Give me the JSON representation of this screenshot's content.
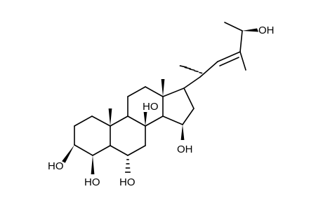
{
  "labels": {
    "oh_c3": "HO",
    "oh_c4": "HO",
    "oh_c6": "HO",
    "oh_c9": "HO",
    "oh_c15": "OH",
    "oh_c25": "OH"
  }
}
